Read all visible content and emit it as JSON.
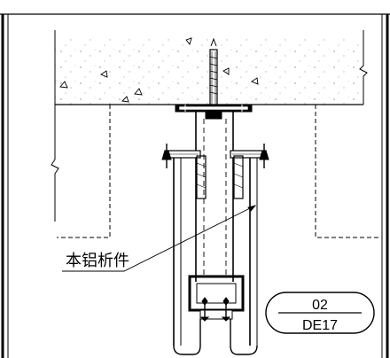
{
  "diagram": {
    "part_label": "本铝析件",
    "detail_tag": {
      "number": "02",
      "sheet": "DE17"
    }
  }
}
